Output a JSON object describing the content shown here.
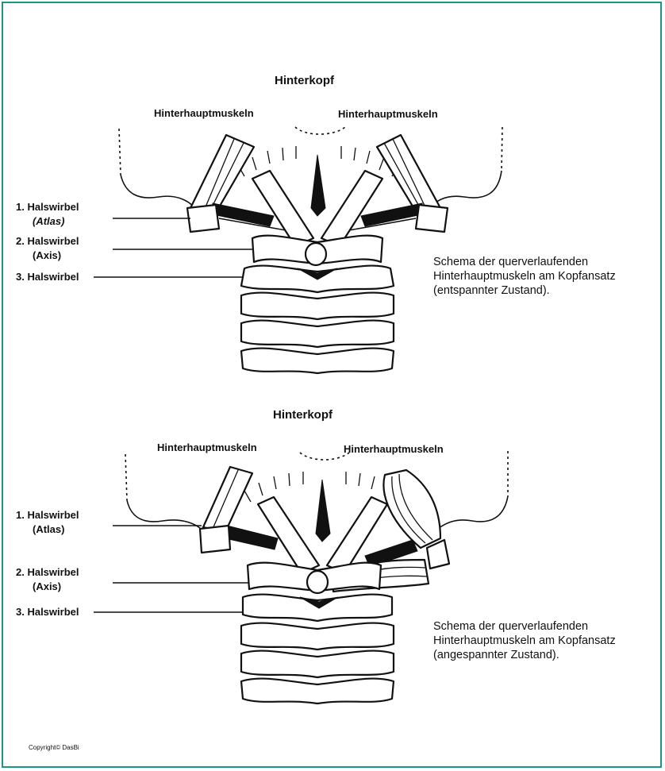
{
  "colors": {
    "frame_border": "#1f9488",
    "ink": "#111111",
    "background": "#ffffff"
  },
  "panels": [
    {
      "head_label": "Hinterkopf",
      "muscle_left": "Hinterhauptmuskeln",
      "muscle_right": "Hinterhauptmuskeln",
      "vertebra_1_line1": "1.  Halswirbel",
      "vertebra_1_line2": "(Atlas)",
      "vertebra_2_line1": "2.  Halswirbel",
      "vertebra_2_line2": "(Axis)",
      "vertebra_3": "3.  Halswirbel",
      "caption": "Schema der querverlaufenden Hinterhauptmuskeln am Kopfansatz (entspannter Zustand)."
    },
    {
      "head_label": "Hinterkopf",
      "muscle_left": "Hinterhauptmuskeln",
      "muscle_right": "Hinterhauptmuskeln",
      "vertebra_1_line1": "1.  Halswirbel",
      "vertebra_1_line2": "(Atlas)",
      "vertebra_2_line1": "2.  Halswirbel",
      "vertebra_2_line2": "(Axis)",
      "vertebra_3": "3.  Halswirbel",
      "caption": "Schema der querverlaufenden Hinterhauptmuskeln am Kopfansatz (angespannter Zustand)."
    }
  ],
  "copyright": "Copyright© DasBi"
}
